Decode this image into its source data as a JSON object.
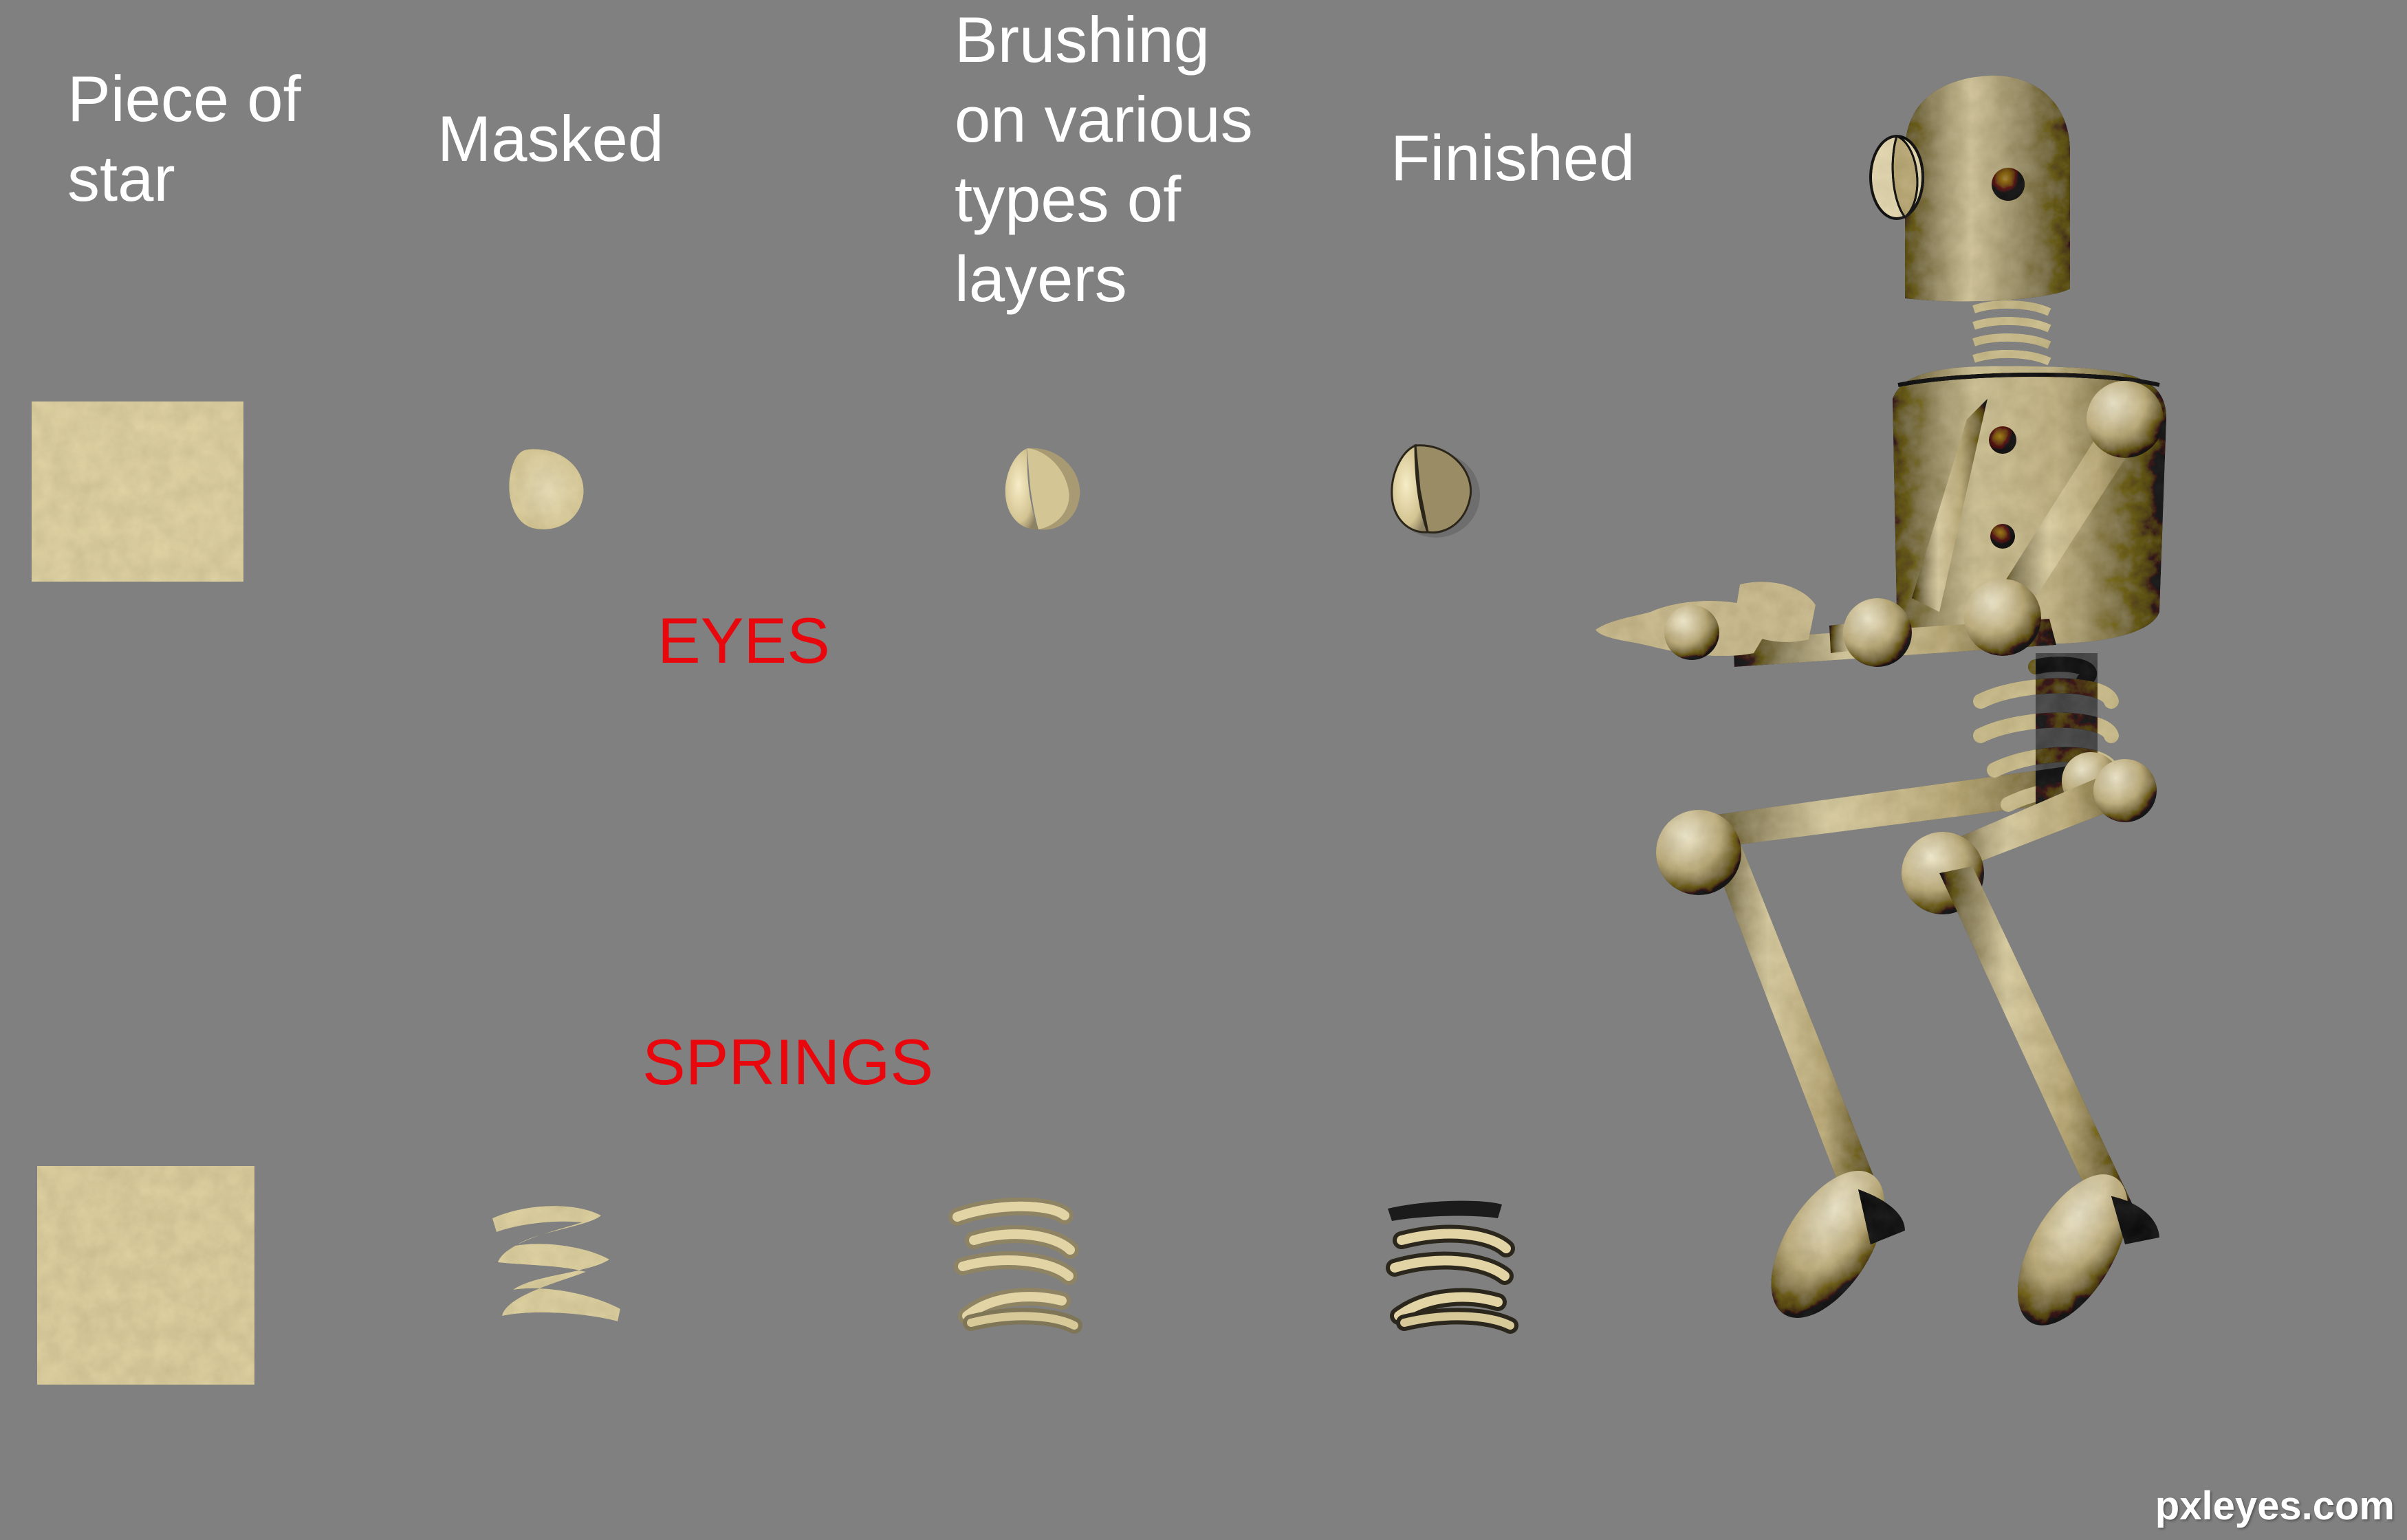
{
  "headings": {
    "piece_of_star": [
      "Piece of",
      "star"
    ],
    "masked": [
      "Masked"
    ],
    "brushing": [
      "Brushing",
      "on various",
      "types of",
      "layers"
    ],
    "finished": [
      "Finished"
    ]
  },
  "sections": {
    "eyes": "EYES",
    "springs": "SPRINGS"
  },
  "watermark": "pxleyes.com",
  "colors": {
    "background": "#808080",
    "heading_text": "#ffffff",
    "section_label": "#e8070c",
    "material_light": "#efe3b6",
    "material_mid": "#d9c99a",
    "material_shadow": "#8a7f62"
  },
  "icons": {
    "texture": "star-texture-swatch",
    "eye": "eye-dome-icon",
    "spring": "coil-spring-icon",
    "robot": "robot-figure"
  }
}
